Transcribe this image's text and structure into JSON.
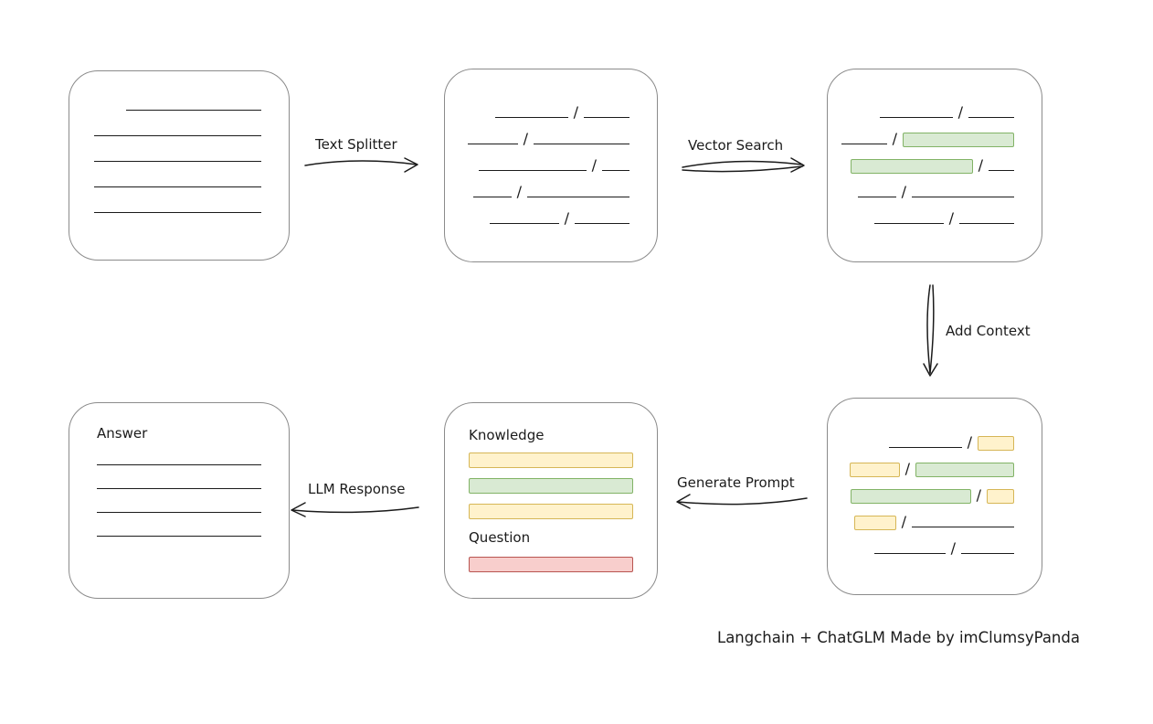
{
  "caption": "Langchain + ChatGLM Made by imClumsyPanda",
  "separator": "/",
  "labels": {
    "text_splitter": "Text Splitter",
    "vector_search": "Vector Search",
    "add_context": "Add Context",
    "generate_prompt": "Generate Prompt",
    "llm_response": "LLM Response"
  },
  "colors": {
    "stroke": "#1b1b1b",
    "box_border": "#8b8b8b",
    "green_fill": "#d9ead3",
    "green_stroke": "#82b366",
    "yellow_fill": "#fff2cc",
    "yellow_stroke": "#d6b656",
    "red_fill": "#f8cecc",
    "red_stroke": "#b85450"
  },
  "boxes": {
    "document": {
      "lines": [
        148,
        183,
        183,
        183,
        183
      ]
    },
    "chunks": {
      "rows": [
        {
          "a": {
            "t": "line",
            "w": 80
          },
          "b": {
            "t": "line",
            "w": 50
          }
        },
        {
          "a": {
            "t": "line",
            "w": 55
          },
          "b": {
            "t": "line",
            "w": 105
          }
        },
        {
          "a": {
            "t": "line",
            "w": 118
          },
          "b": {
            "t": "line",
            "w": 30
          }
        },
        {
          "a": {
            "t": "line",
            "w": 42
          },
          "b": {
            "t": "line",
            "w": 112
          }
        },
        {
          "a": {
            "t": "line",
            "w": 76
          },
          "b": {
            "t": "line",
            "w": 60
          }
        }
      ]
    },
    "retrieved": {
      "rows": [
        {
          "a": {
            "t": "line",
            "w": 80
          },
          "b": {
            "t": "line",
            "w": 50
          }
        },
        {
          "a": {
            "t": "line",
            "w": 50
          },
          "b": {
            "t": "green",
            "w": 122
          }
        },
        {
          "a": {
            "t": "green",
            "w": 134
          },
          "b": {
            "t": "line",
            "w": 28
          }
        },
        {
          "a": {
            "t": "line",
            "w": 42
          },
          "b": {
            "t": "line",
            "w": 112
          }
        },
        {
          "a": {
            "t": "line",
            "w": 76
          },
          "b": {
            "t": "line",
            "w": 60
          }
        }
      ]
    },
    "context": {
      "rows": [
        {
          "a": {
            "t": "line",
            "w": 80
          },
          "b": {
            "t": "yellow",
            "w": 40
          }
        },
        {
          "a": {
            "t": "yellow",
            "w": 55
          },
          "b": {
            "t": "green",
            "w": 108
          }
        },
        {
          "a": {
            "t": "green",
            "w": 132
          },
          "b": {
            "t": "yellow",
            "w": 30
          }
        },
        {
          "a": {
            "t": "yellow",
            "w": 46
          },
          "b": {
            "t": "line",
            "w": 112
          }
        },
        {
          "a": {
            "t": "line",
            "w": 78
          },
          "b": {
            "t": "line",
            "w": 58
          }
        }
      ]
    },
    "prompt": {
      "knowledge_label": "Knowledge",
      "question_label": "Question",
      "knowledge_bars": [
        "yellow",
        "green",
        "yellow"
      ],
      "question_bars": [
        "red"
      ]
    },
    "answer": {
      "label": "Answer",
      "lines": [
        180,
        180,
        180,
        180
      ]
    }
  }
}
